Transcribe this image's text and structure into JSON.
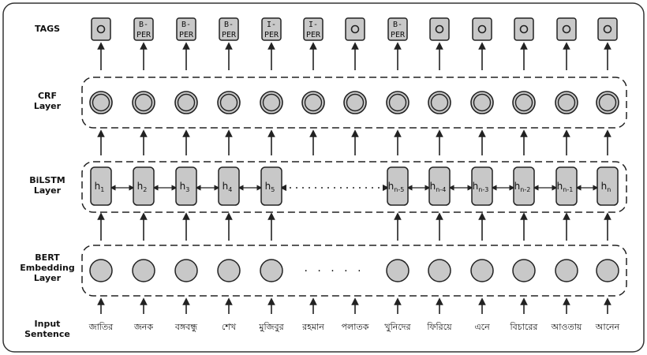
{
  "labels": {
    "tags": "TAGS",
    "crf": [
      "CRF",
      "Layer"
    ],
    "bilstm": [
      "BiLSTM",
      "Layer"
    ],
    "bert": [
      "BERT",
      "Embedding",
      "Layer"
    ],
    "input": [
      "Input",
      "Sentence"
    ]
  },
  "tags": [
    "O",
    "B-PER",
    "B-PER",
    "B-PER",
    "I-PER",
    "I-PER",
    "O",
    "B-PER",
    "O",
    "O",
    "O",
    "O",
    "O"
  ],
  "hidden_states": [
    {
      "base": "h",
      "sub": "1"
    },
    {
      "base": "h",
      "sub": "2"
    },
    {
      "base": "h",
      "sub": "3"
    },
    {
      "base": "h",
      "sub": "4"
    },
    {
      "base": "h",
      "sub": "5"
    },
    null,
    null,
    {
      "base": "h",
      "sub": "n-5"
    },
    {
      "base": "h",
      "sub": "n-4"
    },
    {
      "base": "h",
      "sub": "n-3"
    },
    {
      "base": "h",
      "sub": "n-2"
    },
    {
      "base": "h",
      "sub": "n-1"
    },
    {
      "base": "h",
      "sub": "n"
    }
  ],
  "ellipsis": "· · · · ·",
  "words": [
    "জাতির",
    "জনক",
    "বঙ্গবন্ধু",
    "শেখ",
    "মুজিবুর",
    "রহমান",
    "পলাতক",
    "খুনিদের",
    "ফিরিয়ে",
    "এনে",
    "বিচারের",
    "আওতায়",
    "আনেন"
  ],
  "colors": {
    "node_fill": "#c8c8c8",
    "stroke": "#222222",
    "background": "#ffffff"
  }
}
